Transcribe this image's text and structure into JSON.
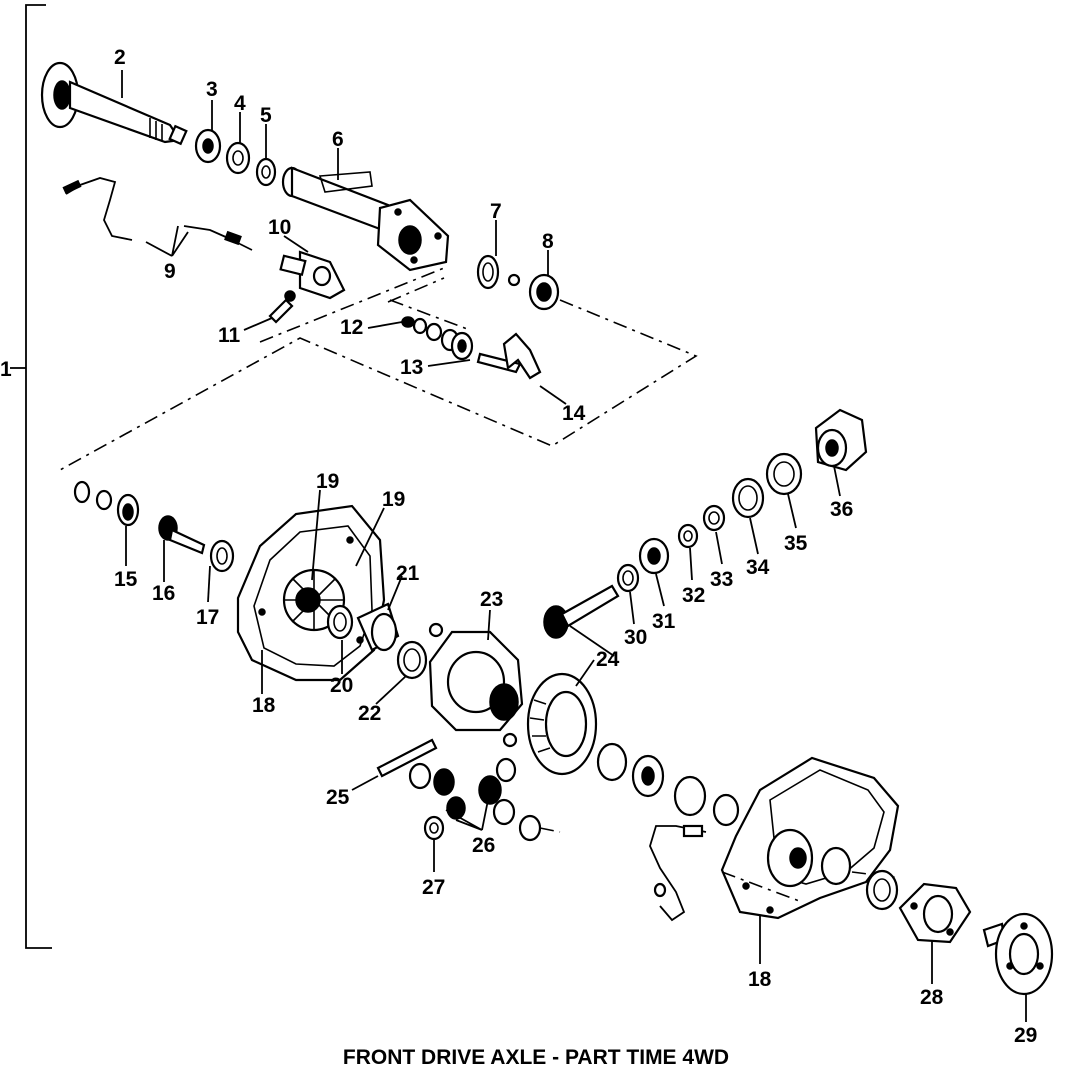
{
  "caption": "FRONT DRIVE AXLE - PART TIME 4WD",
  "callouts": {
    "c1": "1",
    "c2": "2",
    "c3": "3",
    "c4": "4",
    "c5": "5",
    "c6": "6",
    "c7": "7",
    "c8": "8",
    "c9": "9",
    "c10": "10",
    "c11": "11",
    "c12": "12",
    "c13": "13",
    "c14": "14",
    "c15": "15",
    "c16": "16",
    "c17": "17",
    "c18a": "18",
    "c18b": "18",
    "c19a": "19",
    "c19b": "19",
    "c20": "20",
    "c21": "21",
    "c22": "22",
    "c23": "23",
    "c24": "24",
    "c25": "25",
    "c26": "26",
    "c27": "27",
    "c28": "28",
    "c29": "29",
    "c30": "30",
    "c31": "31",
    "c32": "32",
    "c33": "33",
    "c34": "34",
    "c35": "35",
    "c36": "36"
  }
}
